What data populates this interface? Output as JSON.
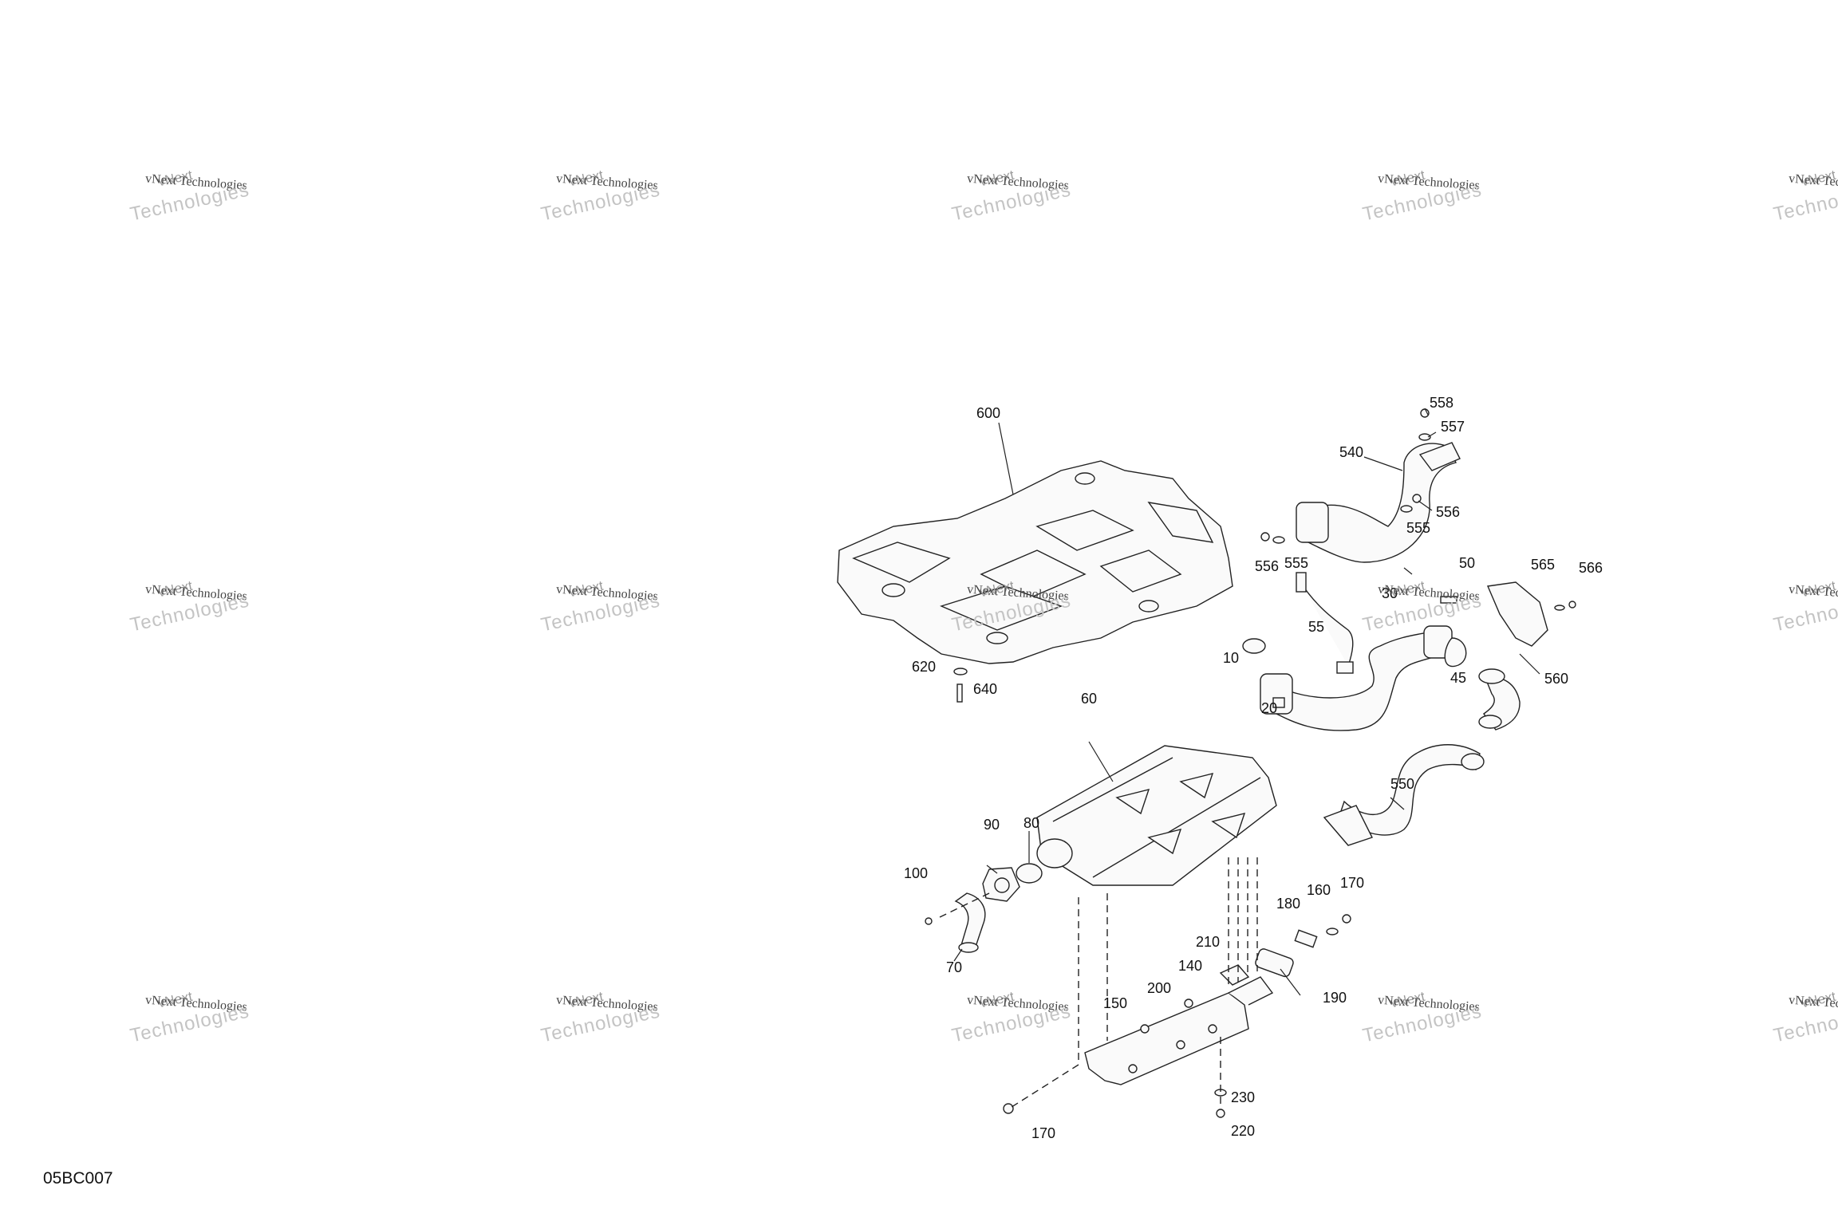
{
  "diagram_code": "05BC007",
  "watermark": {
    "line1": "vNext",
    "line2": "vNext Technologies",
    "line3": "Technologies"
  },
  "labels": {
    "p10": "10",
    "p20": "20",
    "p30": "30",
    "p45": "45",
    "p50": "50",
    "p55": "55",
    "p60": "60",
    "p70": "70",
    "p80": "80",
    "p90": "90",
    "p100": "100",
    "p140": "140",
    "p150": "150",
    "p160": "160",
    "p170a": "170",
    "p170b": "170",
    "p180": "180",
    "p190": "190",
    "p200": "200",
    "p210": "210",
    "p220": "220",
    "p230": "230",
    "p540": "540",
    "p550": "550",
    "p555a": "555",
    "p555b": "555",
    "p556a": "556",
    "p556b": "556",
    "p557": "557",
    "p558": "558",
    "p560": "560",
    "p565": "565",
    "p566": "566",
    "p600": "600",
    "p620": "620",
    "p640": "640"
  }
}
